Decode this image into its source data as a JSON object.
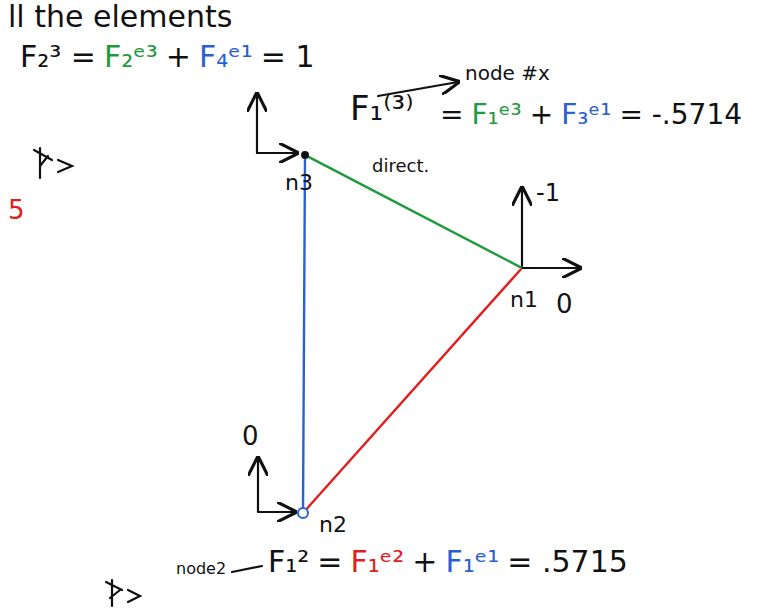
{
  "diagram": {
    "nodes": [
      {
        "text": [
          "n3"
        ]
      },
      {
        "text": [
          "n1"
        ]
      },
      {
        "text": [
          "n2"
        ]
      }
    ],
    "edges": [
      {
        "from": 0,
        "to": 1,
        "arrow": "none"
      },
      {
        "from": 2,
        "to": 1,
        "arrow": "none"
      },
      {
        "from": 0,
        "to": 2,
        "arrow": "none"
      }
    ],
    "labels": [
      "ll the elements",
      "F₂³ =",
      "F₂ᵉ³",
      "+",
      "F₄ᵉ¹",
      "= 1",
      "node #x",
      "F₁⁽³⁾",
      "direct.",
      "=",
      "F₁ᵉ³",
      "+",
      "F₃ᵉ¹",
      "= -.5714",
      "-1",
      "0",
      "0",
      "5",
      "node2",
      "F₁²",
      "=",
      "F₁ᵉ²",
      "+",
      "F₁ᵉ¹",
      "= .5715"
    ]
  }
}
